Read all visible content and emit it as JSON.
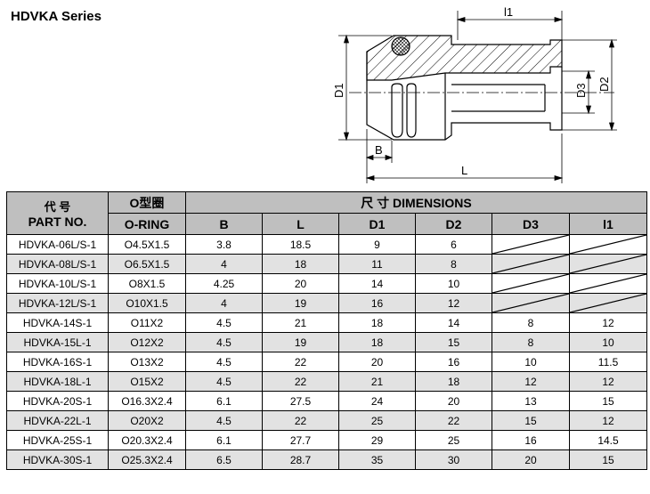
{
  "title": "HDVKA Series",
  "drawing_labels": {
    "l1": "l1",
    "D1": "D1",
    "D2": "D2",
    "D3": "D3",
    "B": "B",
    "L": "L"
  },
  "table": {
    "part_cn": "代 号",
    "part_en": "PART NO.",
    "oring_cn": "O型圈",
    "oring_en": "O-RING",
    "dims_header": "尺 寸 DIMENSIONS",
    "dim_cols": [
      "B",
      "L",
      "D1",
      "D2",
      "D3",
      "l1"
    ],
    "rows": [
      {
        "part": "HDVKA-06L/S-1",
        "oring": "O4.5X1.5",
        "B": "3.8",
        "L": "18.5",
        "D1": "9",
        "D2": "6",
        "D3": "",
        "l1": ""
      },
      {
        "part": "HDVKA-08L/S-1",
        "oring": "O6.5X1.5",
        "B": "4",
        "L": "18",
        "D1": "11",
        "D2": "8",
        "D3": "",
        "l1": ""
      },
      {
        "part": "HDVKA-10L/S-1",
        "oring": "O8X1.5",
        "B": "4.25",
        "L": "20",
        "D1": "14",
        "D2": "10",
        "D3": "",
        "l1": ""
      },
      {
        "part": "HDVKA-12L/S-1",
        "oring": "O10X1.5",
        "B": "4",
        "L": "19",
        "D1": "16",
        "D2": "12",
        "D3": "",
        "l1": ""
      },
      {
        "part": "HDVKA-14S-1",
        "oring": "O11X2",
        "B": "4.5",
        "L": "21",
        "D1": "18",
        "D2": "14",
        "D3": "8",
        "l1": "12"
      },
      {
        "part": "HDVKA-15L-1",
        "oring": "O12X2",
        "B": "4.5",
        "L": "19",
        "D1": "18",
        "D2": "15",
        "D3": "8",
        "l1": "10"
      },
      {
        "part": "HDVKA-16S-1",
        "oring": "O13X2",
        "B": "4.5",
        "L": "22",
        "D1": "20",
        "D2": "16",
        "D3": "10",
        "l1": "11.5"
      },
      {
        "part": "HDVKA-18L-1",
        "oring": "O15X2",
        "B": "4.5",
        "L": "22",
        "D1": "21",
        "D2": "18",
        "D3": "12",
        "l1": "12"
      },
      {
        "part": "HDVKA-20S-1",
        "oring": "O16.3X2.4",
        "B": "6.1",
        "L": "27.5",
        "D1": "24",
        "D2": "20",
        "D3": "13",
        "l1": "15"
      },
      {
        "part": "HDVKA-22L-1",
        "oring": "O20X2",
        "B": "4.5",
        "L": "22",
        "D1": "25",
        "D2": "22",
        "D3": "15",
        "l1": "12"
      },
      {
        "part": "HDVKA-25S-1",
        "oring": "O20.3X2.4",
        "B": "6.1",
        "L": "27.7",
        "D1": "29",
        "D2": "25",
        "D3": "16",
        "l1": "14.5"
      },
      {
        "part": "HDVKA-30S-1",
        "oring": "O25.3X2.4",
        "B": "6.5",
        "L": "28.7",
        "D1": "35",
        "D2": "30",
        "D3": "20",
        "l1": "15"
      }
    ]
  }
}
